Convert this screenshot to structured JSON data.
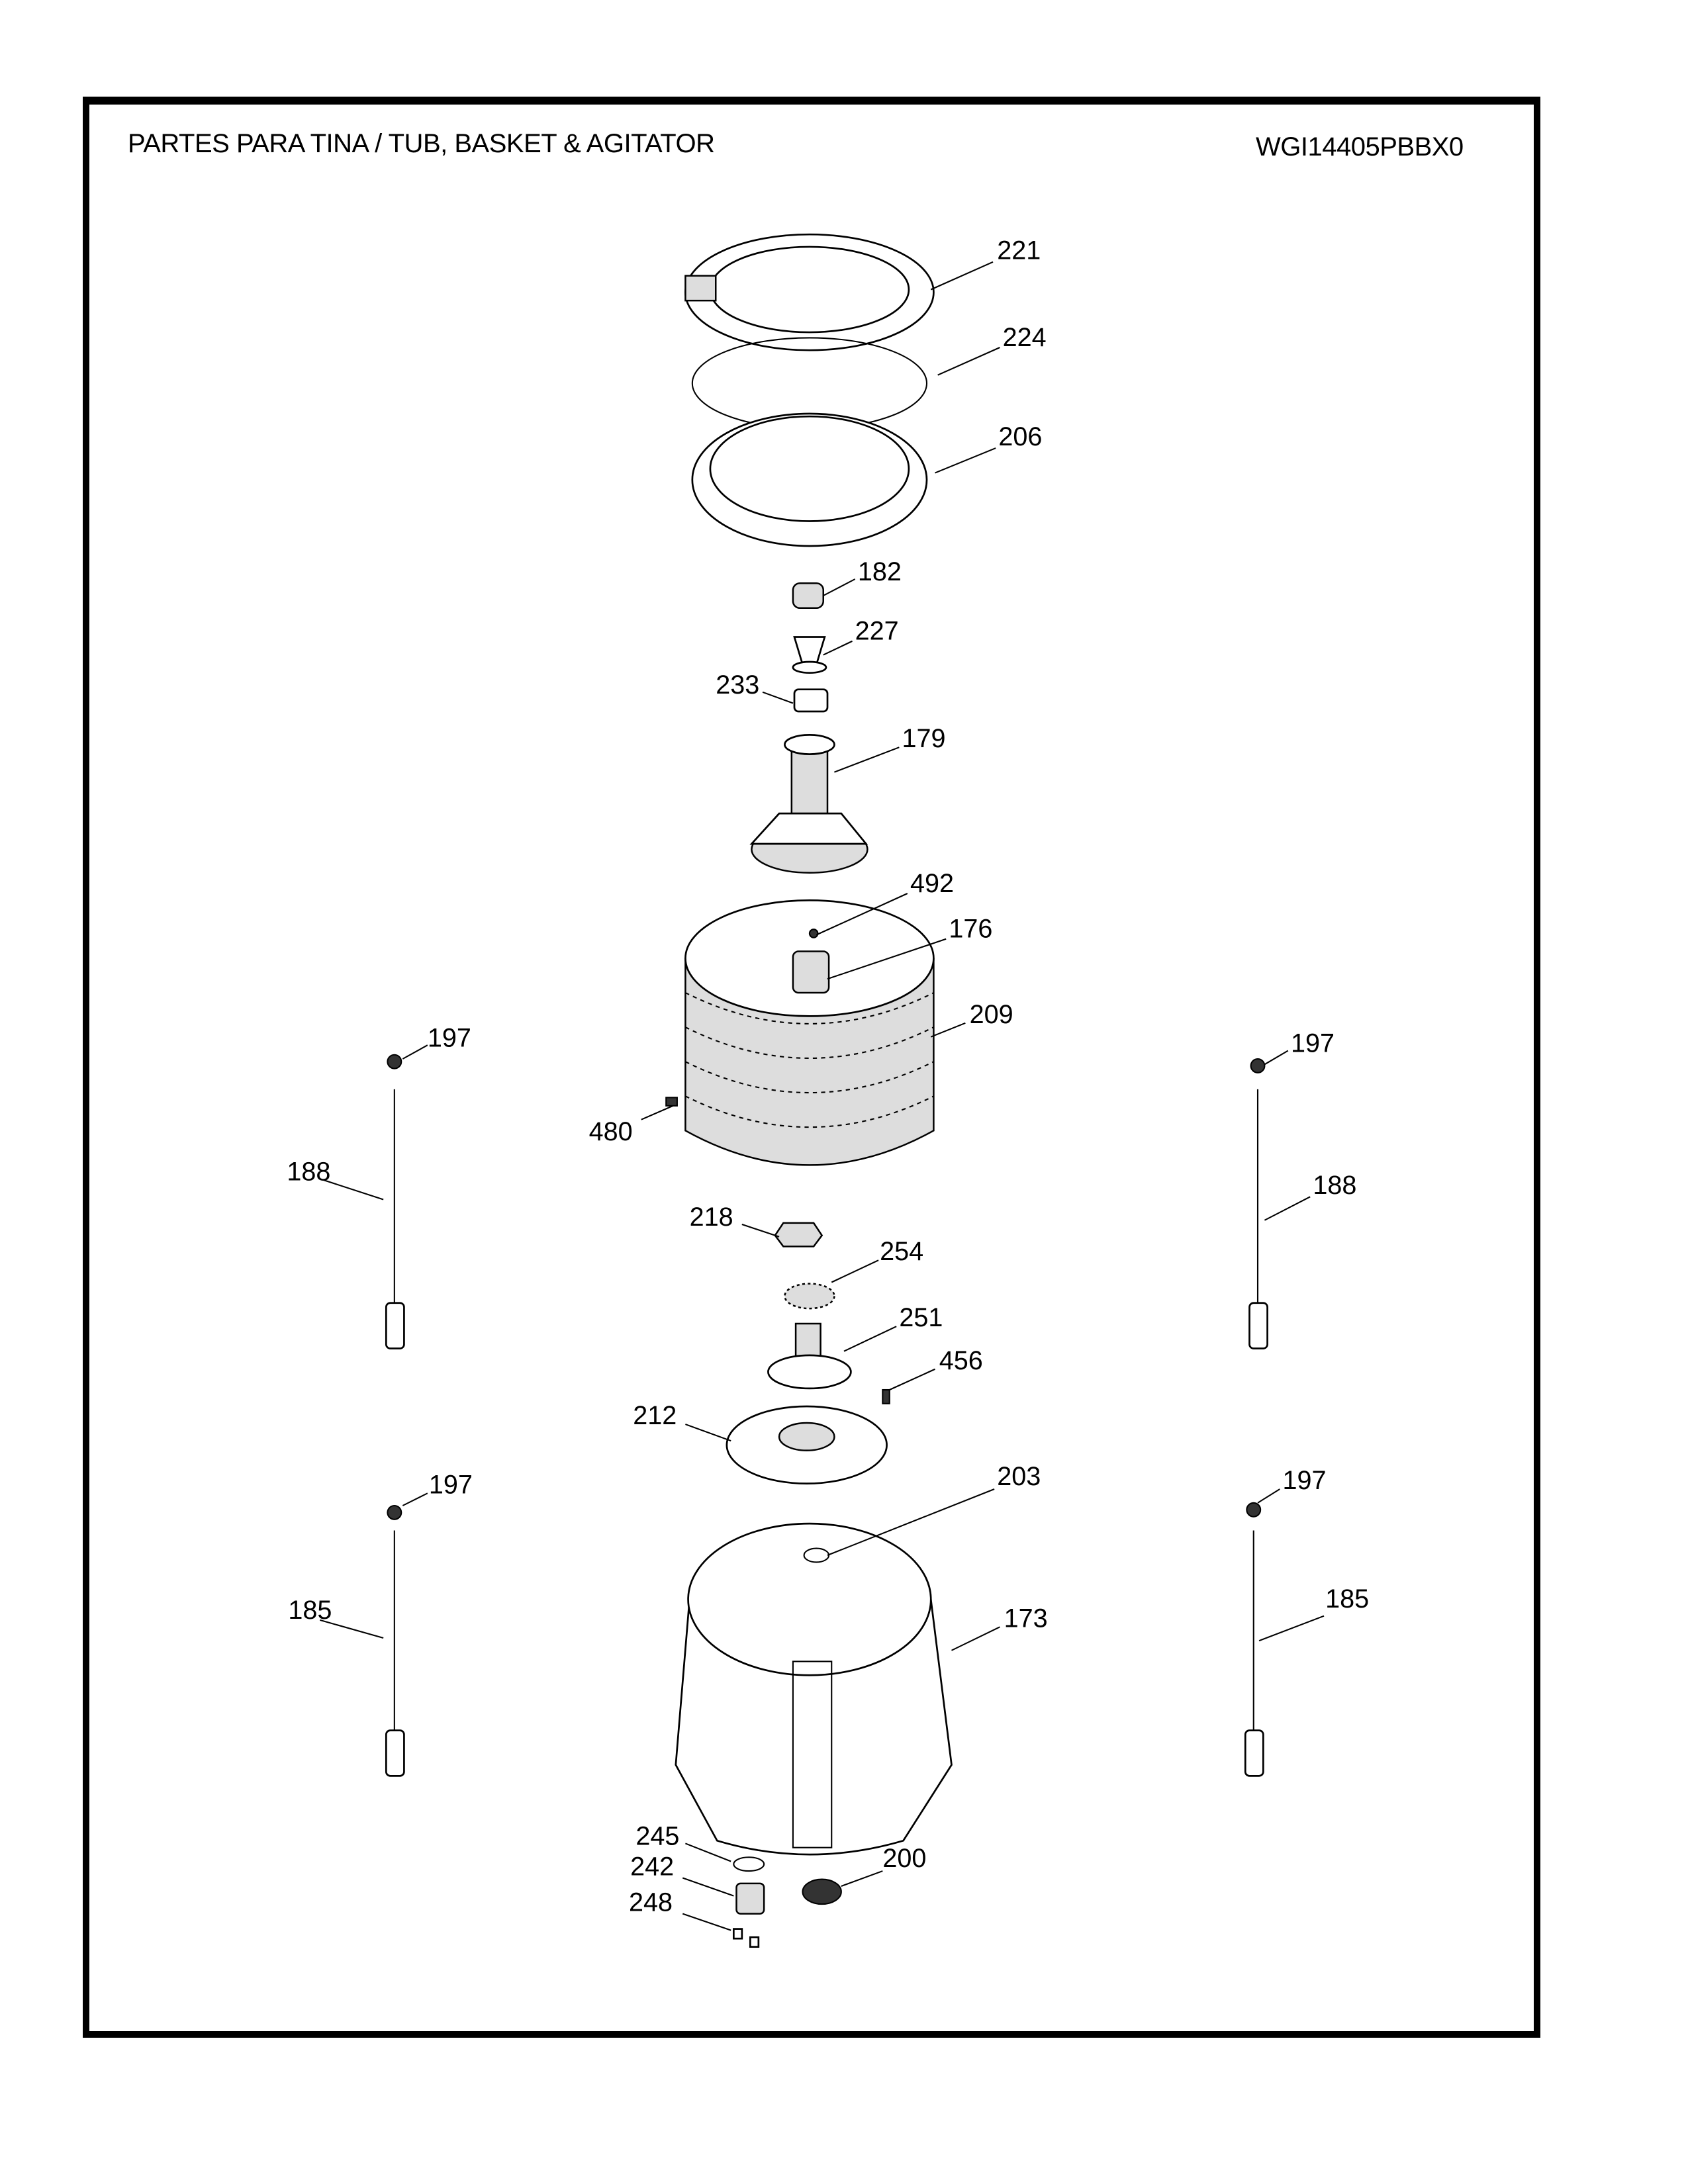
{
  "header": {
    "title": "PARTES PARA TINA  /  TUB, BASKET & AGITATOR",
    "model": "WGI14405PBBX0"
  },
  "callouts": {
    "c221": "221",
    "c224": "224",
    "c206": "206",
    "c182": "182",
    "c227": "227",
    "c233": "233",
    "c179": "179",
    "c492": "492",
    "c176": "176",
    "c209": "209",
    "c480": "480",
    "c197a": "197",
    "c188a": "188",
    "c197b": "197",
    "c188b": "188",
    "c218": "218",
    "c254": "254",
    "c251": "251",
    "c456": "456",
    "c212": "212",
    "c197c": "197",
    "c185a": "185",
    "c197d": "197",
    "c185b": "185",
    "c203": "203",
    "c173": "173",
    "c245": "245",
    "c242": "242",
    "c248": "248",
    "c200": "200"
  }
}
